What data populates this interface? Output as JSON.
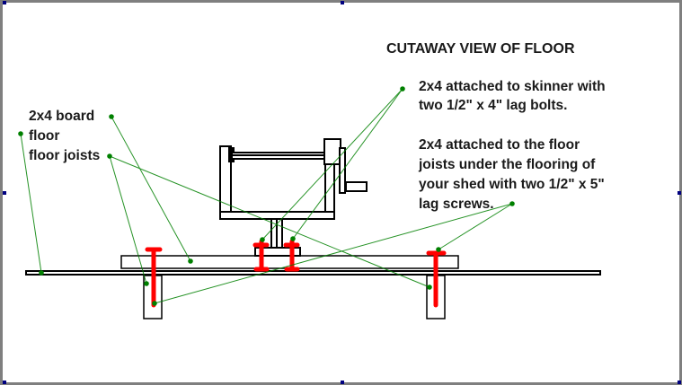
{
  "diagram": {
    "title": "CUTAWAY VIEW OF FLOOR",
    "left_labels": [
      "2x4 board",
      "floor",
      "floor joists"
    ],
    "note_bolts": [
      "2x4 attached to skinner with",
      "two 1/2\" x 4\" lag bolts."
    ],
    "note_screws": [
      "2x4 attached to the floor",
      "joists under the flooring of",
      "your shed with two 1/2\" x 5\"",
      "lag screws."
    ],
    "colors": {
      "outline": "#000000",
      "bolt": "#ff0000",
      "leader": "#008000",
      "border": "#7f7f7f",
      "handle": "#000080"
    }
  }
}
